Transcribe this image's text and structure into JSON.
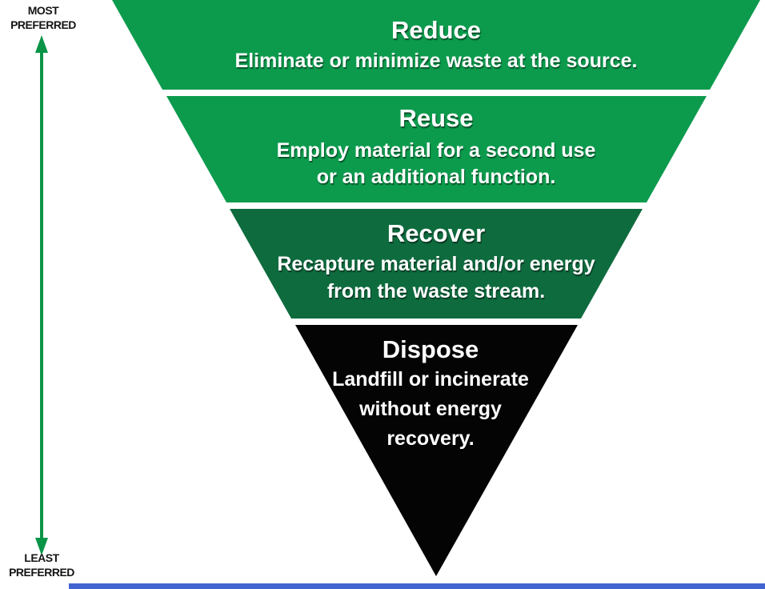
{
  "scale": {
    "most": {
      "line1": "MOST",
      "line2": "PREFERRED"
    },
    "least": {
      "line1": "LEAST",
      "line2": "PREFERRED"
    },
    "arrow_color": "#0a9447"
  },
  "pyramid": {
    "tiers": [
      {
        "title": "Reduce",
        "lines": [
          "Eliminate or minimize waste at the source."
        ],
        "color": "#0c9b4d"
      },
      {
        "title": "Reuse",
        "lines": [
          "Employ material for a second use",
          "or an additional function."
        ],
        "color": "#0c9b4d"
      },
      {
        "title": "Recover",
        "lines": [
          "Recapture material and/or energy",
          "from the waste stream."
        ],
        "color": "#0e6b3e"
      },
      {
        "title": "Dispose",
        "lines": [
          "Landfill or incinerate",
          "without energy",
          "recovery."
        ],
        "color": "#040404"
      }
    ]
  },
  "footer": {
    "color": "#4365d2"
  }
}
